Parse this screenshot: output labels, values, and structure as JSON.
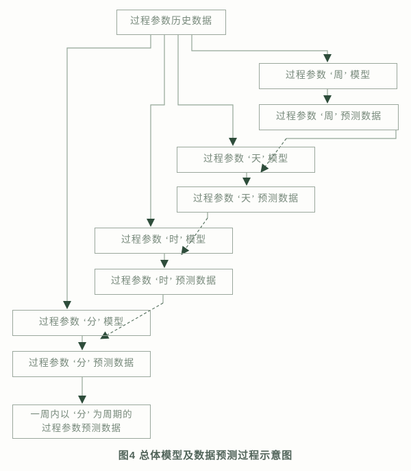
{
  "diagram": {
    "nodes": {
      "history": {
        "label": "过程参数历史数据"
      },
      "week_model": {
        "label": "过程参数 ‘周’ 模型"
      },
      "week_data": {
        "label": "过程参数 ‘周’ 预测数据"
      },
      "day_model": {
        "label": "过程参数 ‘天’ 模型"
      },
      "day_data": {
        "label": "过程参数 ‘天’ 预测数据"
      },
      "hour_model": {
        "label": "过程参数 ‘时’ 模型"
      },
      "hour_data": {
        "label": "过程参数 ‘时’ 预测数据"
      },
      "minute_model": {
        "label": "过程参数 ‘分’ 模型"
      },
      "minute_data": {
        "label": "过程参数 ‘分’ 预测数据"
      },
      "final": {
        "label_line1": "一周内以 ‘分’ 为周期的",
        "label_line2": "过程参数预测数据"
      }
    },
    "edges": [
      "history -> week_model",
      "history -> day_model",
      "history -> hour_model",
      "history -> minute_model",
      "week_model -> week_data",
      "day_model -> day_data",
      "hour_model -> hour_data",
      "minute_model -> minute_data",
      "week_data -> day_data (dashed)",
      "day_data -> hour_data (dashed)",
      "hour_data -> minute_data (dashed)",
      "minute_data -> final"
    ],
    "caption": "图4  总体模型及数据预测过程示意图",
    "colors": {
      "connector_line": "#93a697",
      "dashed_line": "#4e6b57",
      "arrowhead": "#2e4d3b",
      "box_border": "#9aa79c",
      "box_text": "#77897b",
      "caption_text": "#51645a"
    }
  }
}
